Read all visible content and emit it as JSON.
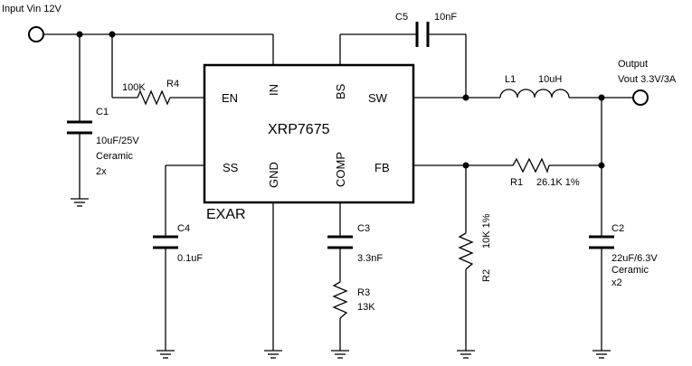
{
  "labels": {
    "input": "Input Vin 12V",
    "output_title": "Output",
    "output_value": "Vout 3.3V/3A",
    "chip_name": "XRP7675",
    "vendor": "EXAR"
  },
  "pins": {
    "en": "EN",
    "in": "IN",
    "bs": "BS",
    "sw": "SW",
    "ss": "SS",
    "gnd": "GND",
    "comp": "COMP",
    "fb": "FB"
  },
  "components": {
    "c1": {
      "ref": "C1",
      "value": "10uF/25V",
      "type": "Ceramic",
      "qty": "2x"
    },
    "r4": {
      "ref": "R4",
      "value": "100K"
    },
    "c5": {
      "ref": "C5",
      "value": "10nF"
    },
    "l1": {
      "ref": "L1",
      "value": "10uH"
    },
    "r1": {
      "ref": "R1",
      "value": "26.1K 1%"
    },
    "c4": {
      "ref": "C4",
      "value": "0.1uF"
    },
    "c3": {
      "ref": "C3",
      "value": "3.3nF"
    },
    "r3": {
      "ref": "R3",
      "value": "13K"
    },
    "r2": {
      "ref": "R2",
      "value": "10K 1%"
    },
    "c2": {
      "ref": "C2",
      "value": "22uF/6.3V",
      "type": "Ceramic",
      "qty": "x2"
    }
  }
}
